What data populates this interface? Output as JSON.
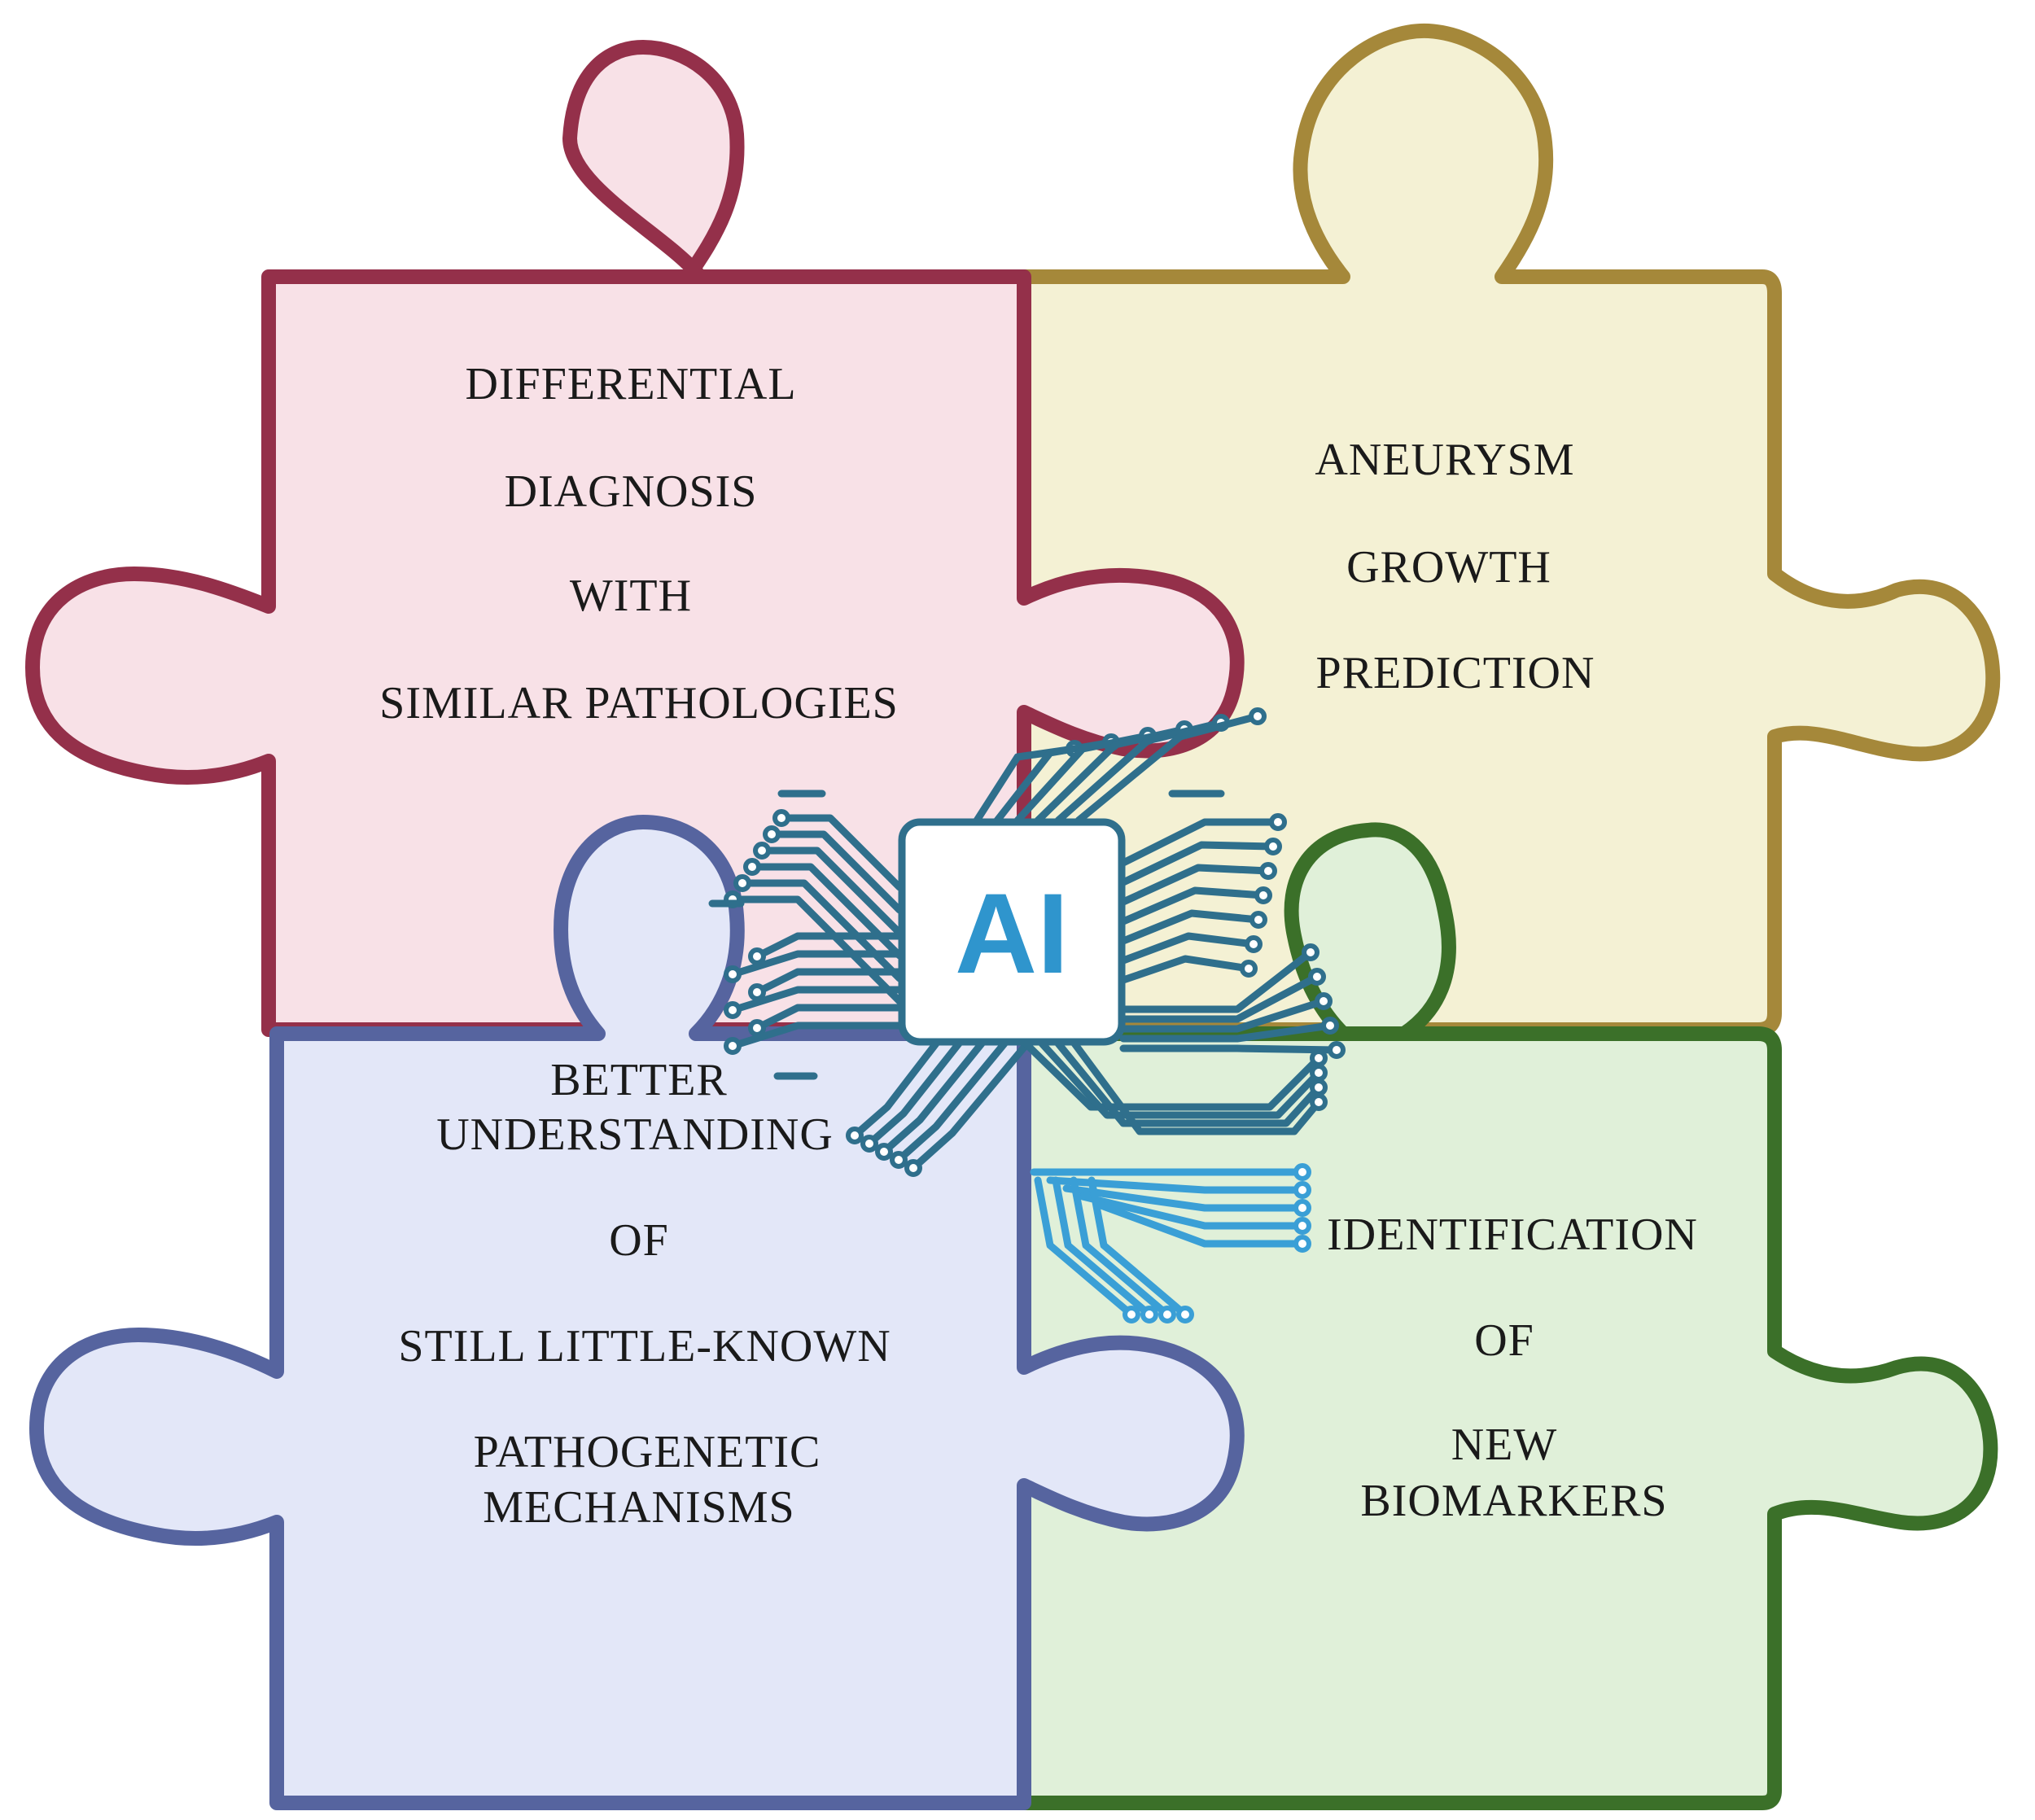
{
  "pieces": {
    "top_left": {
      "lines": [
        "DIFFERENTIAL",
        "DIAGNOSIS",
        "WITH",
        "SIMILAR PATHOLOGIES"
      ],
      "fill": "#f8e1e7",
      "stroke": "#94304a"
    },
    "top_right": {
      "lines": [
        "ANEURYSM",
        "GROWTH",
        "PREDICTION"
      ],
      "fill": "#f4f1d4",
      "stroke": "#a5883a"
    },
    "bottom_left": {
      "lines": [
        "BETTER",
        "UNDERSTANDING",
        "OF",
        "STILL LITTLE-KNOWN",
        "PATHOGENETIC",
        "MECHANISMS"
      ],
      "fill": "#e3e7f8",
      "stroke": "#56649f"
    },
    "bottom_right": {
      "lines": [
        "IDENTIFICATION",
        "OF",
        "NEW",
        "BIOMARKERS"
      ],
      "fill": "#e0f0d9",
      "stroke": "#3b7029"
    }
  },
  "center": {
    "label": "AI",
    "label_color": "#2f95cd",
    "circuit_dark": "#2f6f8c",
    "circuit_light": "#3a9fd6"
  }
}
